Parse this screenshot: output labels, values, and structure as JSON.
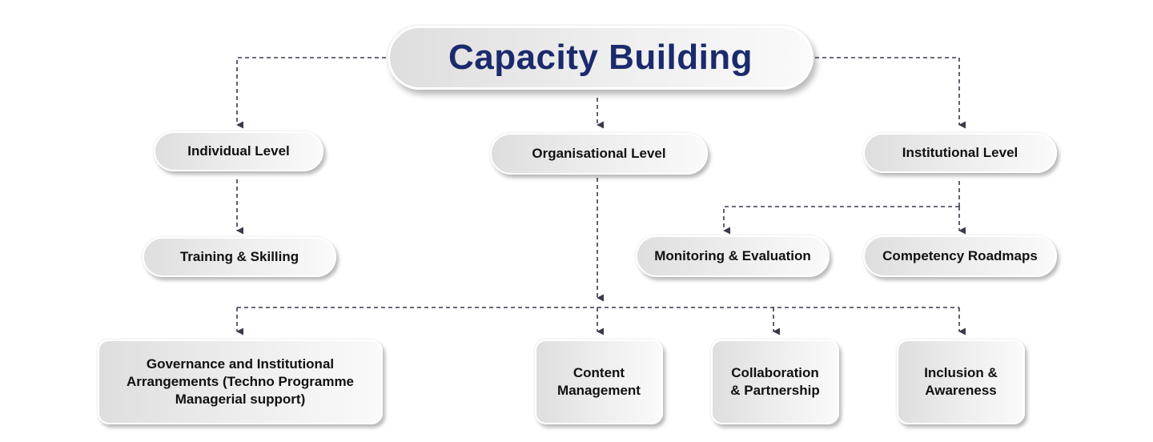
{
  "diagram": {
    "title": "Capacity Building",
    "levels": {
      "individual": "Individual Level",
      "organisational": "Organisational Level",
      "institutional": "Institutional Level"
    },
    "individual_children": {
      "training": "Training & Skilling"
    },
    "institutional_children": {
      "monitoring": "Monitoring & Evaluation",
      "competency": "Competency Roadmaps"
    },
    "organisational_children": {
      "governance": [
        "Governance and Institutional",
        "Arrangements (Techno Programme",
        "Managerial support)"
      ],
      "content": [
        "Content",
        "Management"
      ],
      "collaboration": [
        "Collaboration",
        "& Partnership"
      ],
      "inclusion": [
        "Inclusion &",
        "Awareness"
      ]
    },
    "colors": {
      "title_text": "#1a2a6c",
      "node_text": "#111111",
      "connector": "#3a3a4a"
    }
  }
}
